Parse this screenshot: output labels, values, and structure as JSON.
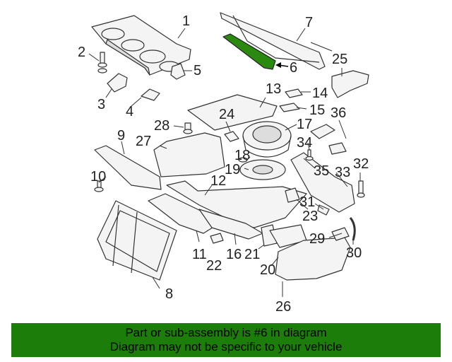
{
  "callouts": [
    {
      "id": "1",
      "label": "1"
    },
    {
      "id": "2",
      "label": "2"
    },
    {
      "id": "3",
      "label": "3"
    },
    {
      "id": "4",
      "label": "4"
    },
    {
      "id": "5",
      "label": "5"
    },
    {
      "id": "6",
      "label": "6"
    },
    {
      "id": "7",
      "label": "7"
    },
    {
      "id": "8",
      "label": "8"
    },
    {
      "id": "9",
      "label": "9"
    },
    {
      "id": "10",
      "label": "10"
    },
    {
      "id": "11",
      "label": "11"
    },
    {
      "id": "12",
      "label": "12"
    },
    {
      "id": "13",
      "label": "13"
    },
    {
      "id": "14",
      "label": "14"
    },
    {
      "id": "15",
      "label": "15"
    },
    {
      "id": "16",
      "label": "16"
    },
    {
      "id": "17",
      "label": "17"
    },
    {
      "id": "18",
      "label": "18"
    },
    {
      "id": "19",
      "label": "19"
    },
    {
      "id": "20",
      "label": "20"
    },
    {
      "id": "21",
      "label": "21"
    },
    {
      "id": "22",
      "label": "22"
    },
    {
      "id": "23",
      "label": "23"
    },
    {
      "id": "24",
      "label": "24"
    },
    {
      "id": "25",
      "label": "25"
    },
    {
      "id": "26",
      "label": "26"
    },
    {
      "id": "27",
      "label": "27"
    },
    {
      "id": "28",
      "label": "28"
    },
    {
      "id": "29",
      "label": "29"
    },
    {
      "id": "30",
      "label": "30"
    },
    {
      "id": "31",
      "label": "31"
    },
    {
      "id": "32",
      "label": "32"
    },
    {
      "id": "33",
      "label": "33"
    },
    {
      "id": "34",
      "label": "34"
    },
    {
      "id": "35",
      "label": "35"
    },
    {
      "id": "36",
      "label": "36"
    }
  ],
  "highlight": {
    "part": "6",
    "color": "#2a8a10"
  },
  "banner": {
    "line1": "Part or sub-assembly is #6 in diagram",
    "line2": "Diagram may not be specific to your vehicle",
    "color": "#1d7d0a"
  }
}
